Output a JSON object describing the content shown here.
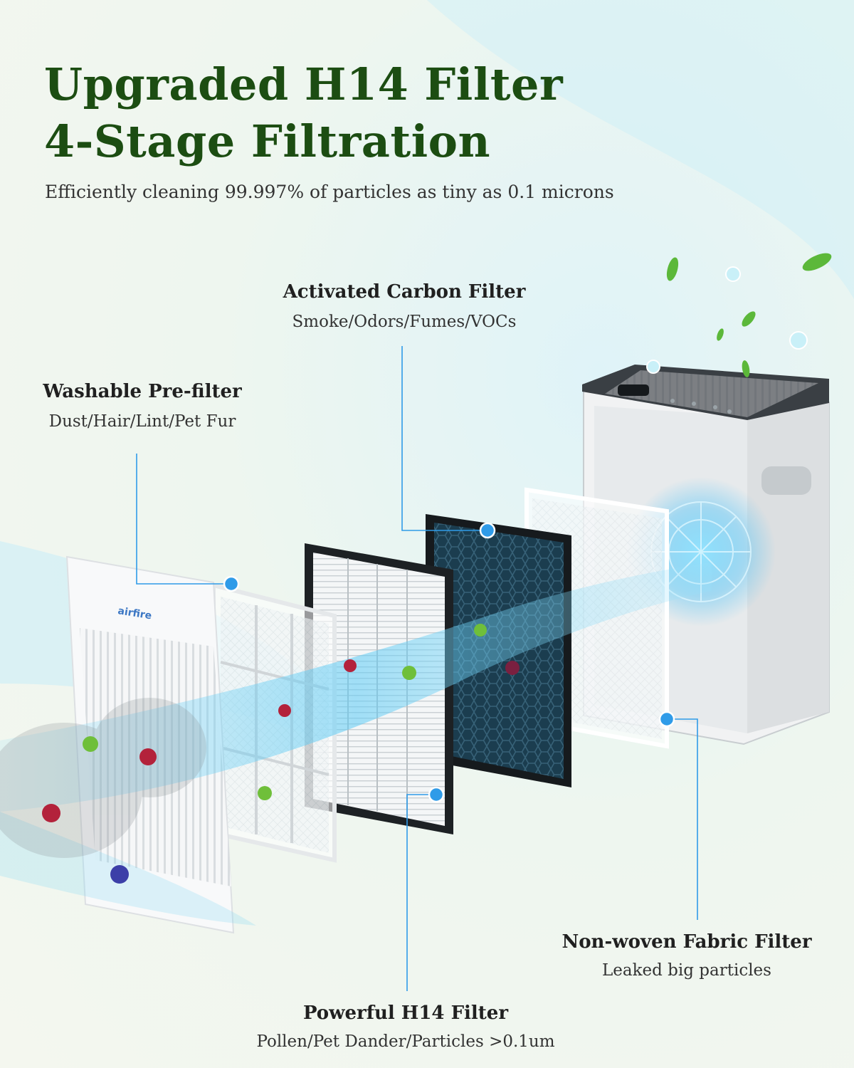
{
  "header": {
    "title_line1": "Upgraded H14 Filter",
    "title_line2": "4-Stage Filtration",
    "subtitle": "Efficiently cleaning 99.997% of particles as tiny as 0.1 microns"
  },
  "filters": [
    {
      "name": "Activated Carbon Filter",
      "description": "Smoke/Odors/Fumes/VOCs"
    },
    {
      "name": "Washable Pre-filter",
      "description": "Dust/Hair/Lint/Pet Fur"
    },
    {
      "name": "Non-woven Fabric Filter",
      "description": "Leaked big particles"
    },
    {
      "name": "Powerful H14 Filter",
      "description": "Pollen/Pet Dander/Particles >0.1um"
    }
  ],
  "product": {
    "brand": "airfire"
  },
  "colors": {
    "title_green": "#1c4d12",
    "callout_blue": "#2f9be8",
    "airflow_blue": "#4fc3f7",
    "leaf_green": "#4caf50"
  }
}
